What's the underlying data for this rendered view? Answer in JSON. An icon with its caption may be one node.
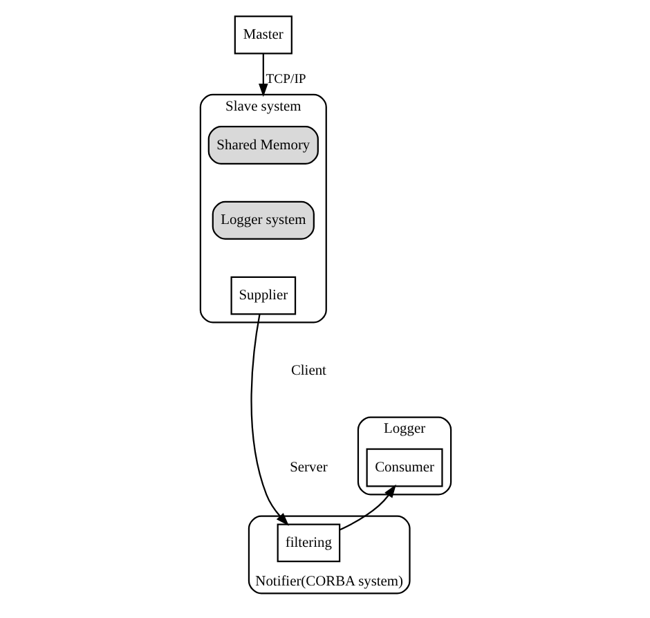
{
  "diagram": {
    "nodes": [
      {
        "text": [
          "Master"
        ]
      },
      {
        "text": [
          "Slave system"
        ]
      },
      {
        "text": [
          "Shared Memory"
        ],
        "in": 1
      },
      {
        "text": [
          "Logger system"
        ],
        "in": 1
      },
      {
        "text": [
          "Supplier"
        ],
        "in": 1
      },
      {
        "text": [
          "Logger"
        ]
      },
      {
        "text": [
          "Consumer"
        ],
        "in": 5
      },
      {
        "text": [
          "Notifier(CORBA system)"
        ]
      },
      {
        "text": [
          "filtering"
        ],
        "in": 7
      }
    ],
    "edges": [
      {
        "from": 0,
        "to": 1,
        "arrow": "to",
        "label": "TCP/IP"
      },
      {
        "from": 4,
        "to": 8,
        "arrow": "to"
      },
      {
        "from": 8,
        "to": 6,
        "arrow": "to"
      }
    ],
    "labels": [
      "Client",
      "Server"
    ]
  }
}
